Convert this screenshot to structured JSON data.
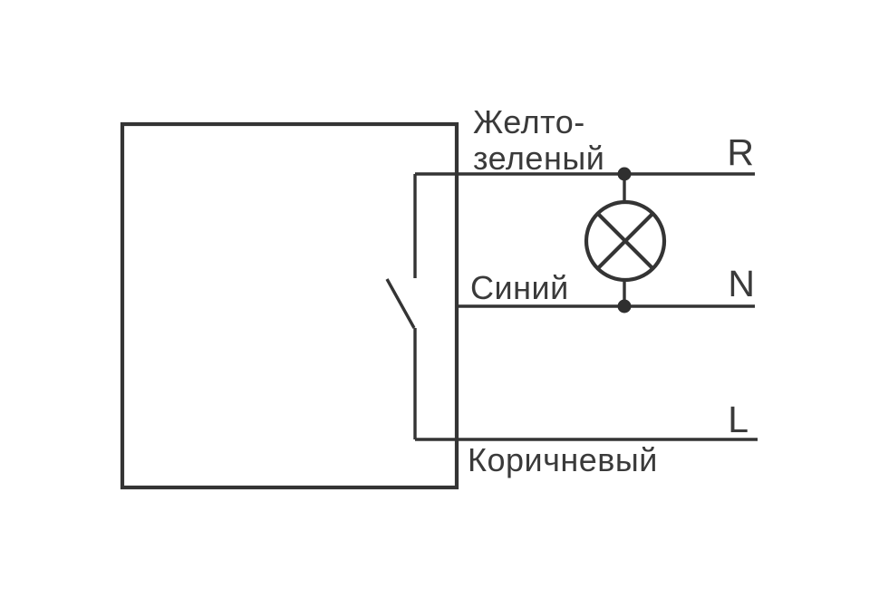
{
  "canvas": {
    "background": "#ffffff",
    "line_color": "#343434",
    "text_color": "#3a3a3a"
  },
  "diagram": {
    "labels": {
      "yellow_green_line1": "Желто-",
      "yellow_green_line2": "зеленый",
      "blue": "Синий",
      "brown": "Коричневый"
    },
    "terminals": {
      "r": "R",
      "n": "N",
      "l": "L"
    }
  }
}
